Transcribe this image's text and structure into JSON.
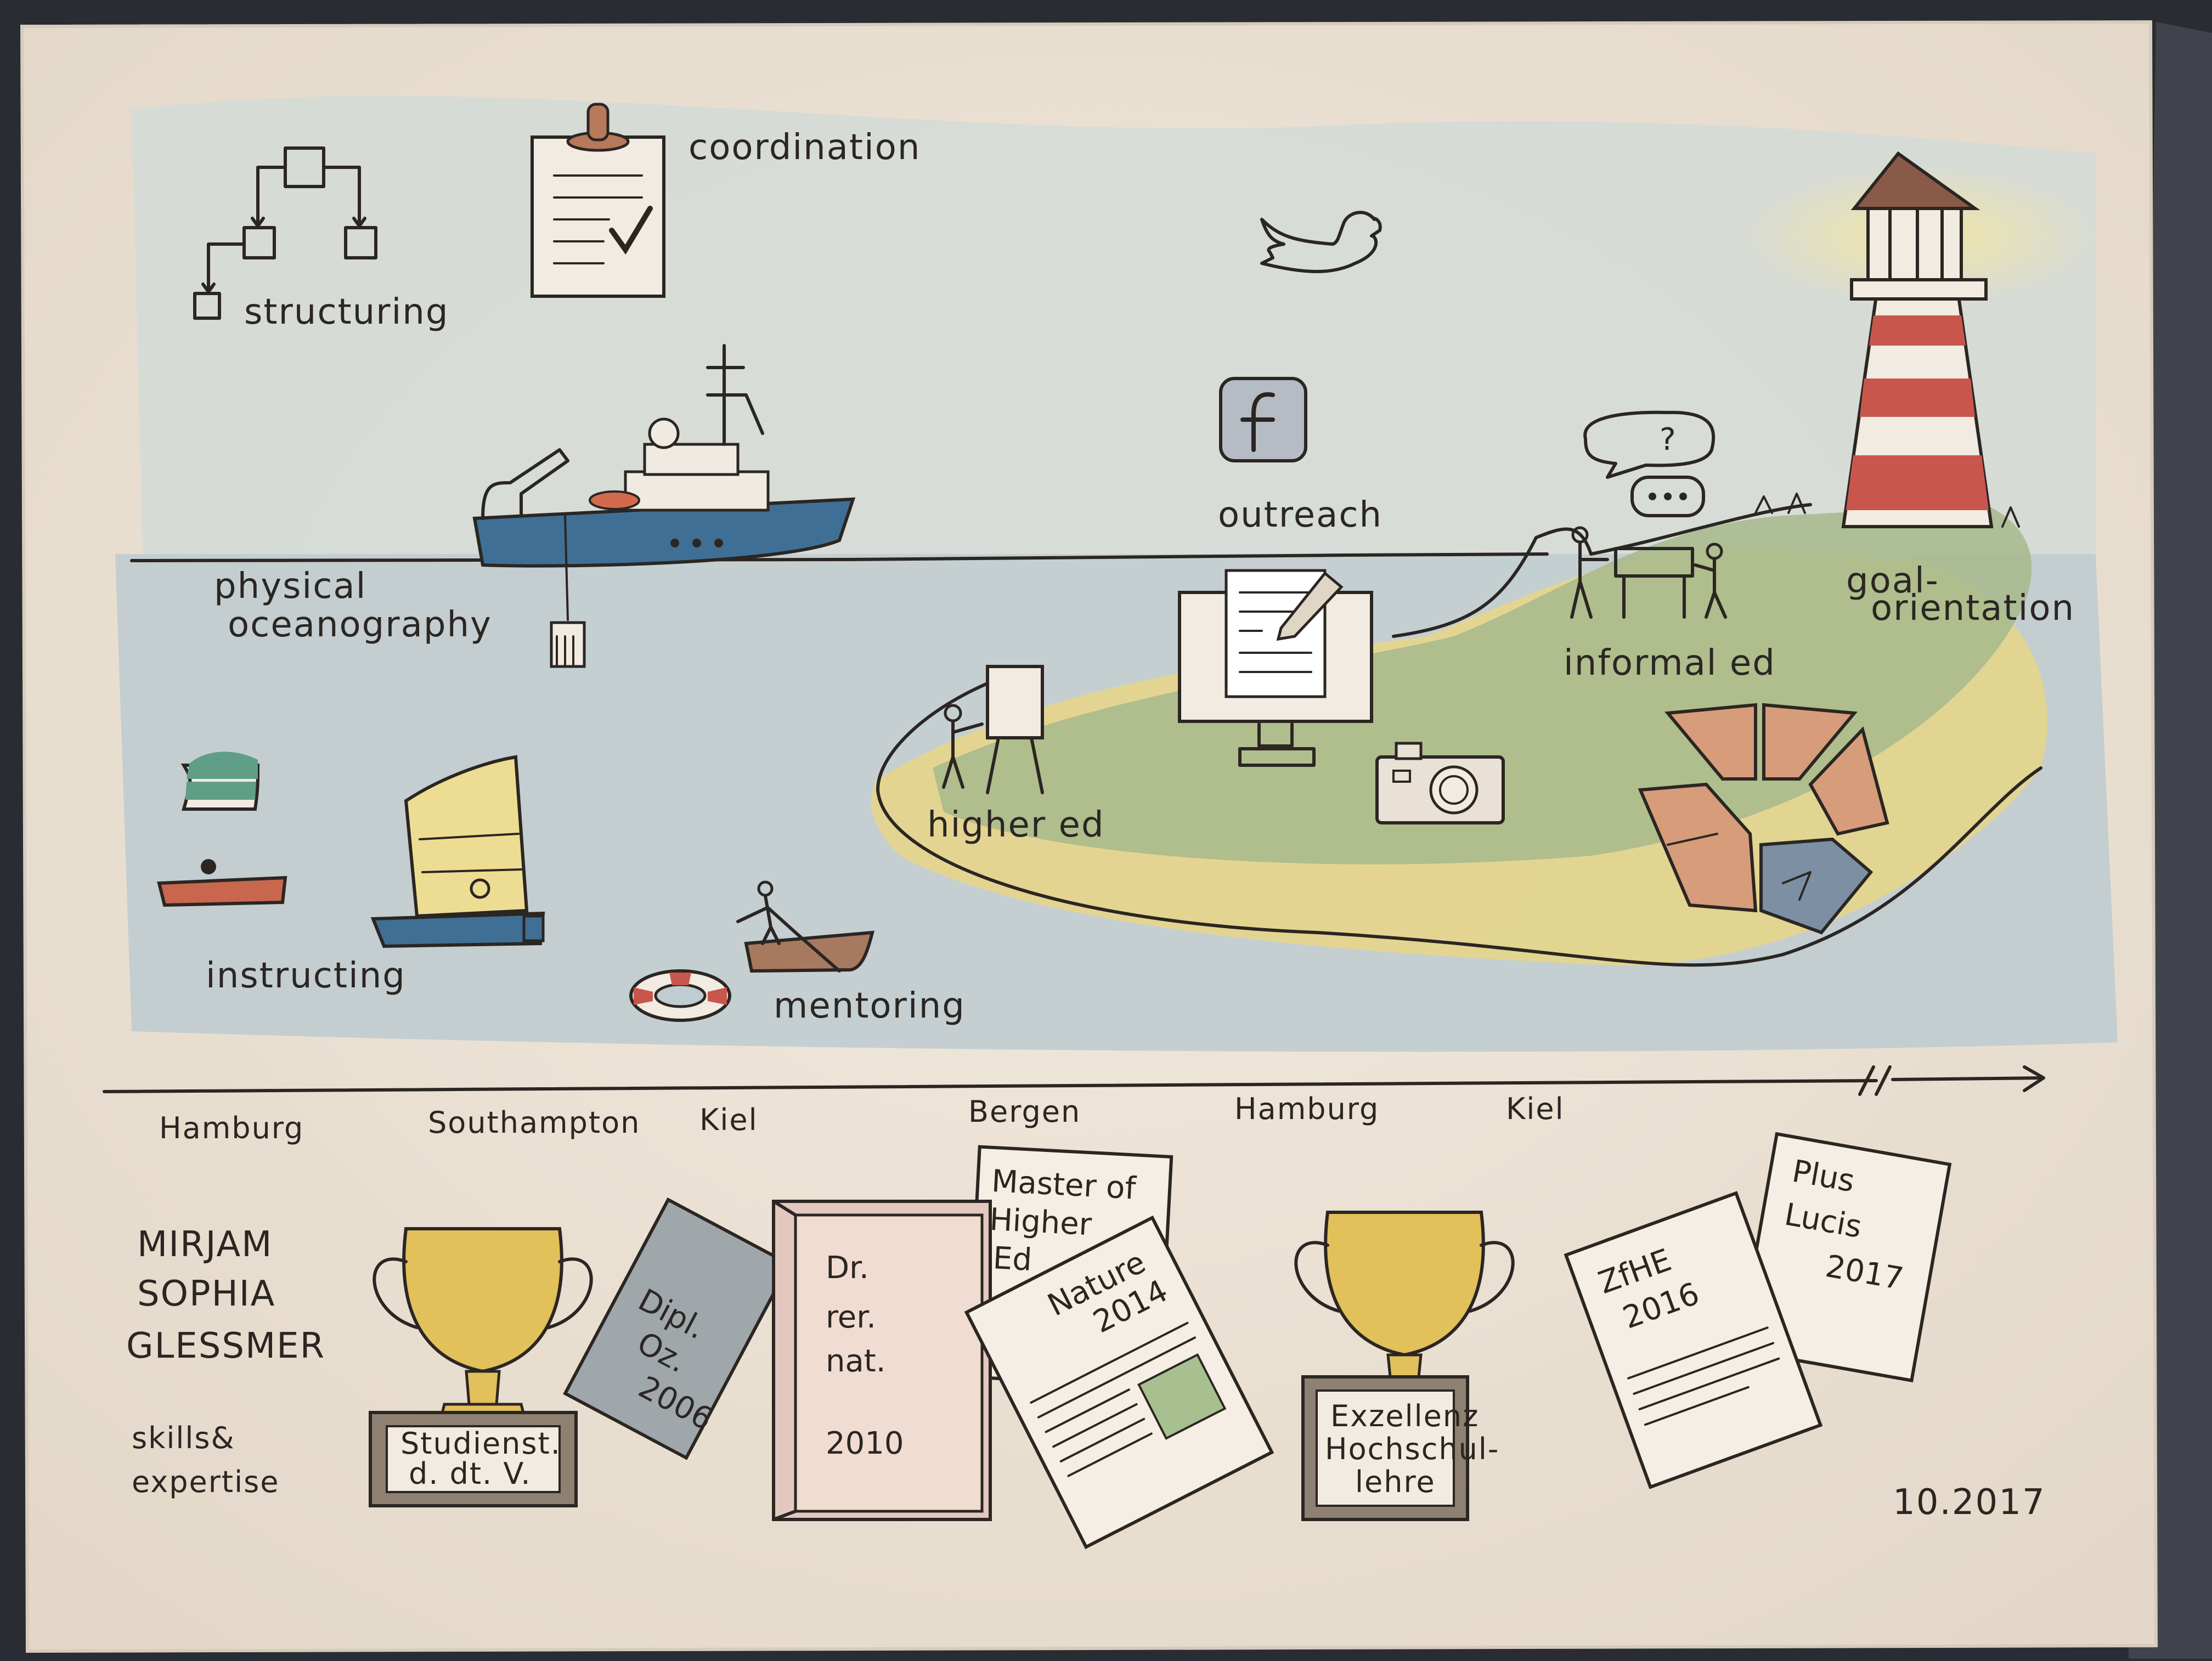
{
  "labels": {
    "structuring": "structuring",
    "coordination": "coordination",
    "physical": "physical",
    "oceanography": "oceanography",
    "outreach": "outreach",
    "higher_ed": "higher ed",
    "informal_ed": "informal ed",
    "goal": "goal-",
    "orientation": "orientation",
    "instructing": "instructing",
    "mentoring": "mentoring"
  },
  "timeline": {
    "places": [
      "Hamburg",
      "Southampton",
      "Kiel",
      "Bergen",
      "Hamburg",
      "Kiel"
    ]
  },
  "author": {
    "name_line1": "MIRJAM",
    "name_line2": "SOPHIA",
    "name_line3": "GLESSMER",
    "subtitle_line1": "skills&",
    "subtitle_line2": "expertise"
  },
  "achievements": {
    "trophy1_plaque_line1": "Studienst.",
    "trophy1_plaque_line2": "d. dt. V.",
    "dipl_line1": "Dipl.",
    "dipl_line2": "Oz.",
    "dipl_line3": "2006",
    "dr_line1": "Dr.",
    "dr_line2": "rer.",
    "dr_line3": "nat.",
    "dr_year": "2010",
    "master_line1": "Master of",
    "master_line2": "Higher",
    "master_line3": "Ed",
    "nature_line1": "Nature",
    "nature_line2": "2014",
    "trophy2_plaque_line1": "Exzellenz",
    "trophy2_plaque_line2": "Hochschul-",
    "trophy2_plaque_line3": "lehre",
    "zfhe_line1": "ZfHE",
    "zfhe_line2": "2016",
    "plus_line1": "Plus",
    "plus_line2": "Lucis",
    "plus_line3": "2017"
  },
  "date": "10.2017",
  "colors": {
    "paper": "#efe6da",
    "sea": "#c3cdd0",
    "sky": "#d2d8d6",
    "sand": "#e7d88f",
    "grass": "#a6b98c",
    "lighthouse_red": "#c8564c",
    "hull_blue": "#3f6f95",
    "trophy_gold": "#e2c05a",
    "ink": "#2b2622"
  },
  "icons": [
    "org-chart-icon",
    "clipboard-icon",
    "twitter-bird-icon",
    "facebook-icon",
    "computer-icon",
    "camera-icon",
    "lighthouse-icon",
    "research-ship-icon",
    "sailboat-icon",
    "life-ring-icon",
    "trophy-icon"
  ]
}
